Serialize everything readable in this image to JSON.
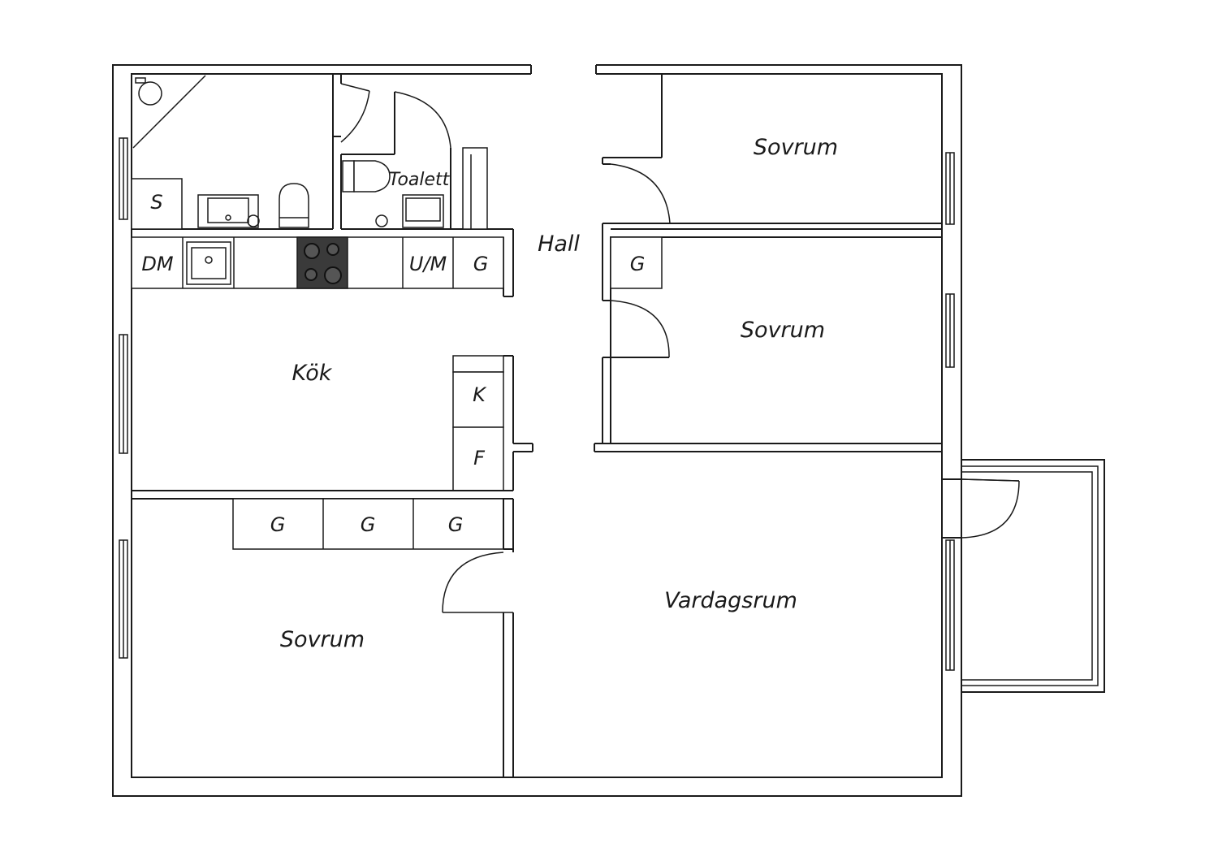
{
  "plan": {
    "rooms": {
      "bedroom_top": "Sovrum",
      "bedroom_middle": "Sovrum",
      "bedroom_bottom": "Sovrum",
      "living_room": "Vardagsrum",
      "kitchen": "Kök",
      "hall": "Hall",
      "toilet": "Toalett"
    },
    "fixtures": {
      "shower_cabinet": "S",
      "dishwasher": "DM",
      "oven_microwave": "U/M",
      "wardrobe_kitchen": "G",
      "wardrobe_hall": "G",
      "refrigerator": "K",
      "freezer": "F",
      "wardrobe_bedroom_1": "G",
      "wardrobe_bedroom_2": "G",
      "wardrobe_bedroom_3": "G"
    },
    "colors": {
      "wall": "#1a1a1a",
      "background": "#ffffff",
      "hob": "#3a3a3a"
    }
  }
}
